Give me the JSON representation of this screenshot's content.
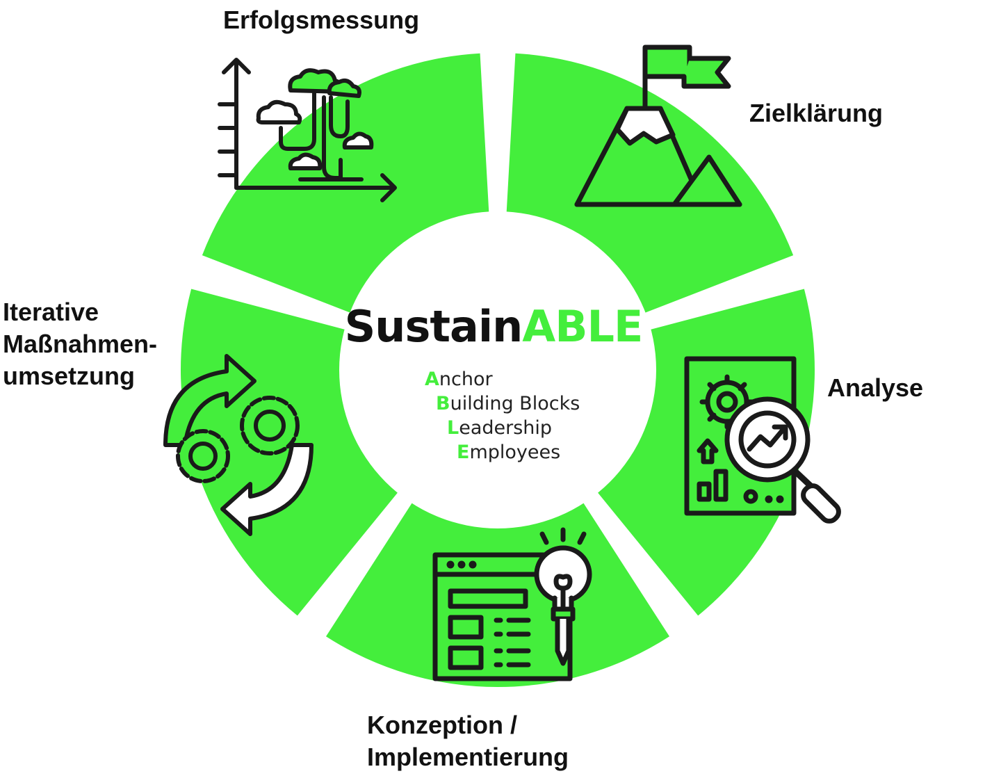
{
  "center": {
    "title_part1": "Sustain",
    "title_part2": "ABLE",
    "acronym": [
      {
        "first": "A",
        "rest": "nchor"
      },
      {
        "first": "B",
        "rest": "uilding Blocks"
      },
      {
        "first": "L",
        "rest": "eadership"
      },
      {
        "first": "E",
        "rest": "mployees"
      }
    ]
  },
  "segments": [
    {
      "lines": [
        "Erfolgsmessung"
      ],
      "icon": "tree-growth-chart-icon"
    },
    {
      "lines": [
        "Zielklärung"
      ],
      "icon": "mountain-flag-icon"
    },
    {
      "lines": [
        "Analyse"
      ],
      "icon": "magnifier-report-icon"
    },
    {
      "lines": [
        "Konzeption /",
        "Implementierung"
      ],
      "icon": "webpage-lightbulb-icon"
    },
    {
      "lines": [
        "Iterative",
        "Maßnahmen-",
        "umsetzung"
      ],
      "icon": "cycle-gears-icon"
    }
  ],
  "colors": {
    "green": "#44ee3c",
    "dark": "#1a1a1a",
    "background": "#ffffff"
  }
}
